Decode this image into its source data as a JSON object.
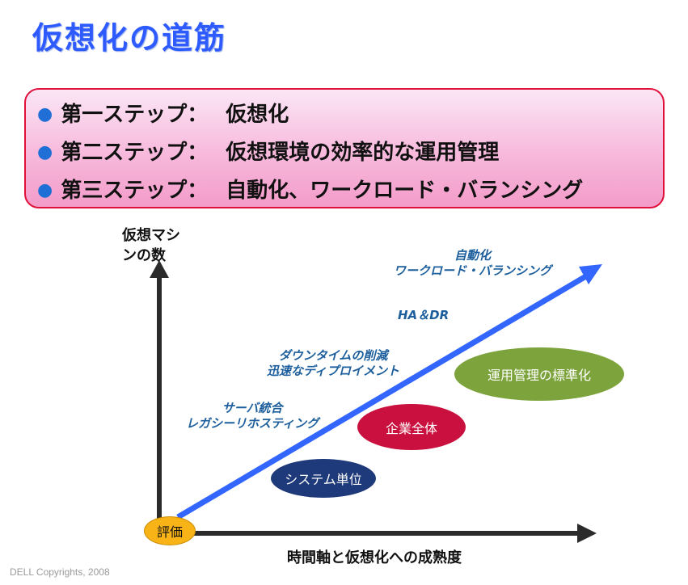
{
  "title": "仮想化の道筋",
  "steps": [
    {
      "name": "第一ステップ：",
      "desc": "仮想化"
    },
    {
      "name": "第二ステップ：",
      "desc": "仮想環境の効率的な運用管理"
    },
    {
      "name": "第三ステップ：",
      "desc": "自動化、ワークロード・バランシング"
    }
  ],
  "diagram": {
    "y_axis_label": [
      "仮想マシ",
      "ンの数"
    ],
    "x_axis_label": "時間軸と仮想化への成熟度",
    "origin_label": "評価",
    "stages": [
      {
        "lines": [
          "サーバ統合",
          "レガシーリホスティング"
        ]
      },
      {
        "lines": [
          "ダウンタイムの削減",
          "迅速なディプロイメント"
        ]
      },
      {
        "lines": [
          "HA＆DR"
        ]
      },
      {
        "lines": [
          "自動化",
          "ワークロード・バランシング"
        ]
      }
    ],
    "scopes": [
      {
        "label": "システム単位",
        "color": "#1f3a7a"
      },
      {
        "label": "企業全体",
        "color": "#c9103e"
      },
      {
        "label": "運用管理の標準化",
        "color": "#7ca33c"
      }
    ],
    "arrow_color": "#3366ff",
    "axis_color": "#2b2b2b"
  },
  "copyright": "DELL Copyrights, 2008"
}
